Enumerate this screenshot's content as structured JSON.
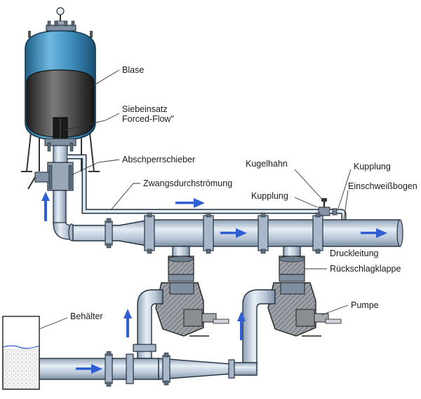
{
  "labels": {
    "blase": "Blase",
    "siebeinsatz_line1": "Siebeinsatz",
    "siebeinsatz_line2": "Forced-Flow\"",
    "abschperrschieber": "Abschperrschieber",
    "zwangsdurchstroemung": "Zwangsdurchströmung",
    "kugelhahn": "Kugelhahn",
    "kupplung_right": "Kupplung",
    "kupplung_left": "Kupplung",
    "einschweissbogen": "Einschweißbogen",
    "druckleitung": "Druckleitung",
    "rueckschlagklappe": "Rückschlagklappe",
    "pumpe": "Pumpe",
    "behaelter": "Behälter"
  },
  "colors": {
    "tank": "#3f8fbf",
    "bladder": "#4a4a4a",
    "pipe": "#b9c6d6",
    "flow_arrow": "#2f5fd0",
    "pump_body": "#8a8e93",
    "container_water": "#b9d6ec"
  }
}
